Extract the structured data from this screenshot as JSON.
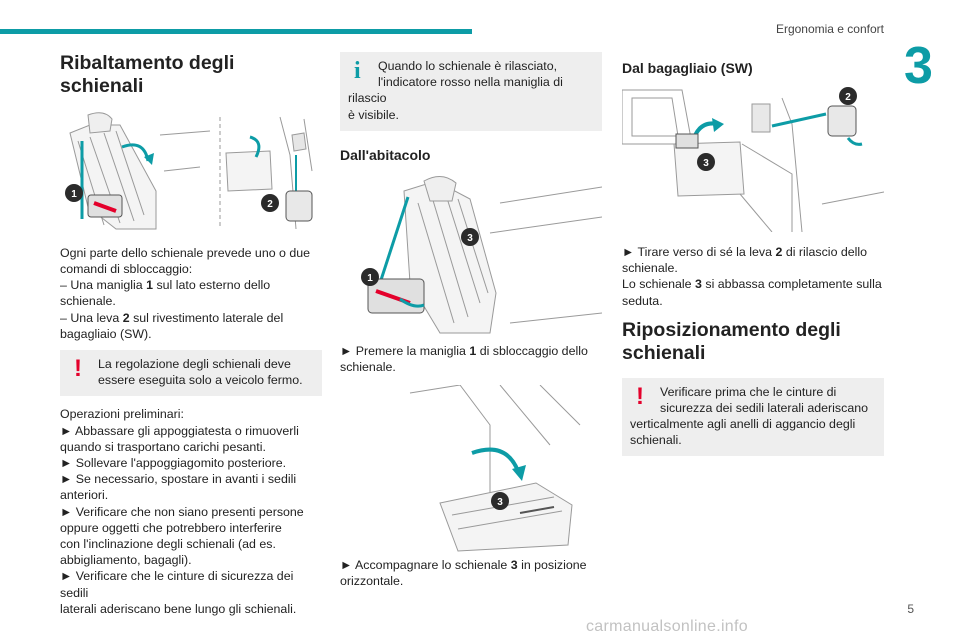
{
  "header": {
    "section_title": "Ergonomia e confort",
    "chapter_number": "3",
    "accent_color": "#0d9ca6"
  },
  "col1": {
    "title": "Ribaltamento degli schienali",
    "figure": {
      "badge1": "1",
      "badge2": "2"
    },
    "intro_lines": [
      "Ogni parte dello schienale prevede uno o due",
      "comandi di sbloccaggio:",
      "– Una maniglia 1 sul lato esterno dello",
      "schienale.",
      "– Una leva 2 sul rivestimento laterale del",
      "bagagliaio (SW)."
    ],
    "warning_lines": [
      "La regolazione degli schienali deve",
      "essere eseguita solo a veicolo fermo."
    ],
    "prelim_lines": [
      "Operazioni preliminari:",
      "► Abbassare gli appoggiatesta o rimuoverli",
      "quando si trasportano carichi pesanti.",
      "► Sollevare l'appoggiagomito posteriore.",
      "► Se necessario, spostare in avanti i sedili",
      "anteriori.",
      "► Verificare che non siano presenti persone",
      "oppure oggetti che potrebbero interferire",
      "con l'inclinazione degli schienali (ad es.",
      "abbigliamento, bagagli).",
      "► Verificare che le cinture di sicurezza dei sedili",
      "laterali aderiscano bene lungo gli schienali."
    ]
  },
  "col2": {
    "info_lines": [
      "Quando lo schienale è rilasciato,",
      "l'indicatore rosso nella maniglia di rilascio",
      "è visibile."
    ],
    "subtitle": "Dall'abitacolo",
    "figure1": {
      "badge1": "1",
      "badge3": "3"
    },
    "step1_lines": [
      "► Premere la maniglia 1 di sbloccaggio dello",
      "schienale."
    ],
    "figure2": {
      "badge3": "3"
    },
    "step2_lines": [
      "► Accompagnare lo schienale 3 in posizione",
      "orizzontale."
    ]
  },
  "col3": {
    "subtitle": "Dal bagagliaio (SW)",
    "figure": {
      "badge2": "2",
      "badge3": "3"
    },
    "step_lines": [
      "► Tirare verso di sé la leva 2 di rilascio dello",
      "schienale.",
      "Lo schienale 3 si abbassa completamente sulla",
      "seduta."
    ],
    "title2_lines": [
      "Riposizionamento degli",
      "schienali"
    ],
    "warning_lines": [
      "Verificare prima che le cinture di",
      "sicurezza dei sedili laterali aderiscano",
      "verticalmente agli anelli di aggancio degli",
      "schienali."
    ]
  },
  "footer": {
    "page_number": "5",
    "watermark": "carmanualsonline.info"
  }
}
